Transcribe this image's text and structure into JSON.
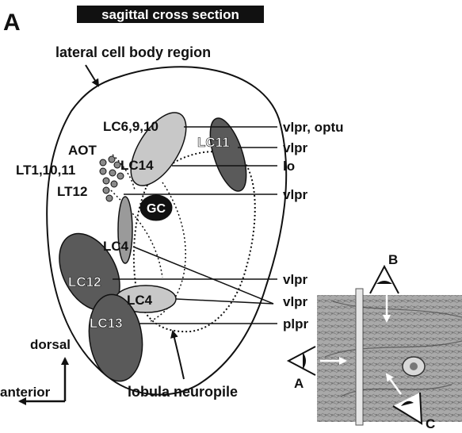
{
  "panel_letter": "A",
  "title": "sagittal cross section",
  "lateral_label": "lateral cell body region",
  "lobula_label": "lobula neuropile",
  "axes": {
    "dorsal": "dorsal",
    "anterior": "anterior"
  },
  "clusters": {
    "lc6": "LC6,9,10",
    "lc11": "LC11",
    "lc14": "LC14",
    "aot": "AOT",
    "lt1": "LT1,10,11",
    "lt12": "LT12",
    "gc": "GC",
    "lc4_upper": "LC4",
    "lc12": "LC12",
    "lc4_lower": "LC4",
    "lc13": "LC13"
  },
  "targets": {
    "t1": "vlpr, optu",
    "t2": "vlpr",
    "t3": "lo",
    "t4": "vlpr",
    "t5": "vlpr",
    "t6": "vlpr",
    "t7": "plpr"
  },
  "views": {
    "a": "A",
    "b": "B",
    "c": "C"
  },
  "colors": {
    "light_gray": "#c8c8c8",
    "mid_gray": "#9a9a9a",
    "dark_gray": "#5a5a5a",
    "black": "#111111"
  }
}
